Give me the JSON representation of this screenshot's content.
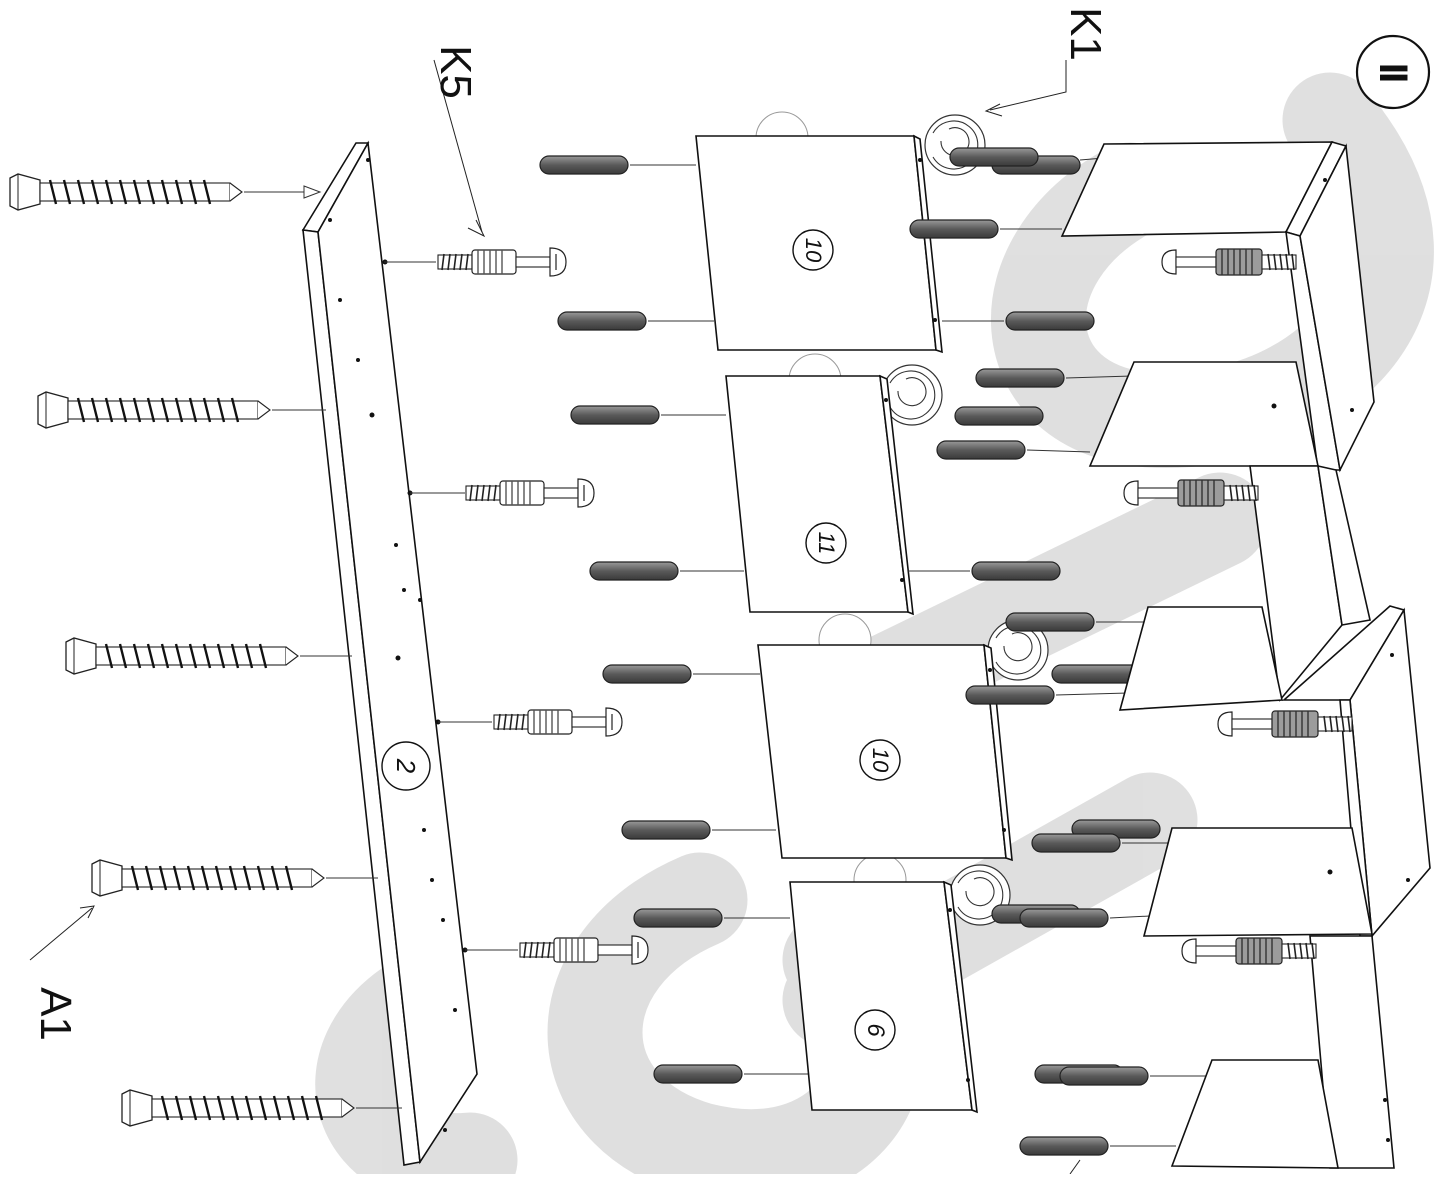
{
  "diagram": {
    "step_number": "II",
    "callouts": {
      "k1": "K1",
      "k5": "K5",
      "a1": "A1"
    },
    "panels": {
      "top_board": "2",
      "divider_a": "10",
      "divider_b": "11",
      "divider_c": "10",
      "divider_d": "6"
    }
  },
  "colors": {
    "line": "#111111",
    "dowel": "#6e6e6e",
    "watermark": "#d6d6d6"
  }
}
